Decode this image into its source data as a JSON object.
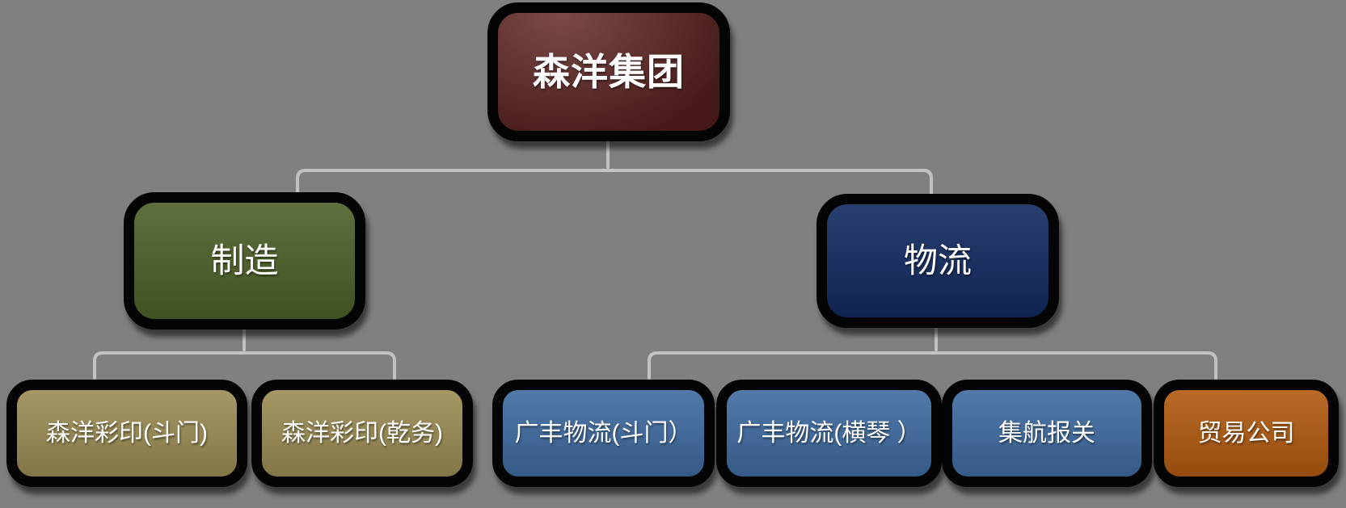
{
  "diagram": {
    "type": "org-chart",
    "background_color": "#808080",
    "connector_color": "#c2c2c2",
    "text_color": "#ffffff",
    "root": {
      "label": "森洋集团",
      "color": "#5e2220"
    },
    "branches": [
      {
        "label": "制造",
        "color": "#4d6027",
        "children": [
          {
            "label": "森洋彩印(斗门)",
            "color": "#9a8d53"
          },
          {
            "label": "森洋彩印(乾务)",
            "color": "#9a8d53"
          }
        ]
      },
      {
        "label": "物流",
        "color": "#112a5f",
        "children": [
          {
            "label": "广丰物流(斗门）",
            "color": "#3e6ba0"
          },
          {
            "label": "广丰物流(横琴 ）",
            "color": "#3e6ba0"
          },
          {
            "label": "集航报关",
            "color": "#3e6ba0"
          },
          {
            "label": "贸易公司",
            "color": "#b15a0f"
          }
        ]
      }
    ]
  }
}
